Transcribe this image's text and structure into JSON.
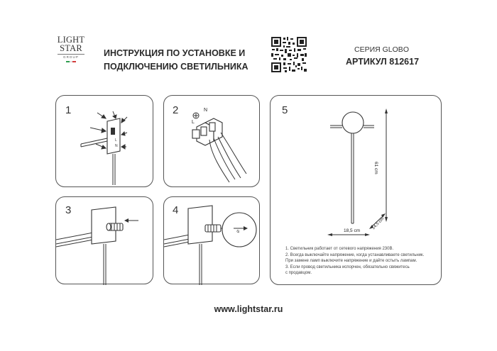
{
  "logo": {
    "line1": "LIGHT",
    "line2": "STAR",
    "group": "GROUP",
    "flag_colors": [
      "#2e9e4f",
      "#ffffff",
      "#d33c3c"
    ]
  },
  "header": {
    "title_line1": "ИНСТРУКЦИЯ ПО УСТАНОВКЕ И",
    "title_line2": "ПОДКЛЮЧЕНИЮ СВЕТИЛЬНИКА",
    "qr_icon": "qr-code-icon",
    "series": "СЕРИЯ GLOBO",
    "article": "АРТИКУЛ 812617"
  },
  "steps": [
    {
      "number": "1"
    },
    {
      "number": "2",
      "labels": {
        "n": "N",
        "l": "L"
      }
    },
    {
      "number": "3"
    },
    {
      "number": "4"
    },
    {
      "number": "5"
    }
  ],
  "dimensions": {
    "height": "61 cm",
    "width": "18,5 cm",
    "depth": "14,5 cm"
  },
  "notes": [
    "1. Светильник работает от сетевого напряжения 230В.",
    "2. Всегда выключайте напряжение, когда устанавливаете светильник.",
    "При замене ламп выключите напряжение и дайте остыть лампам.",
    "3. Если провод светильника испорчен, обязательно свяжитесь",
    "с продавцом."
  ],
  "footer": {
    "url": "www.lightstar.ru"
  }
}
